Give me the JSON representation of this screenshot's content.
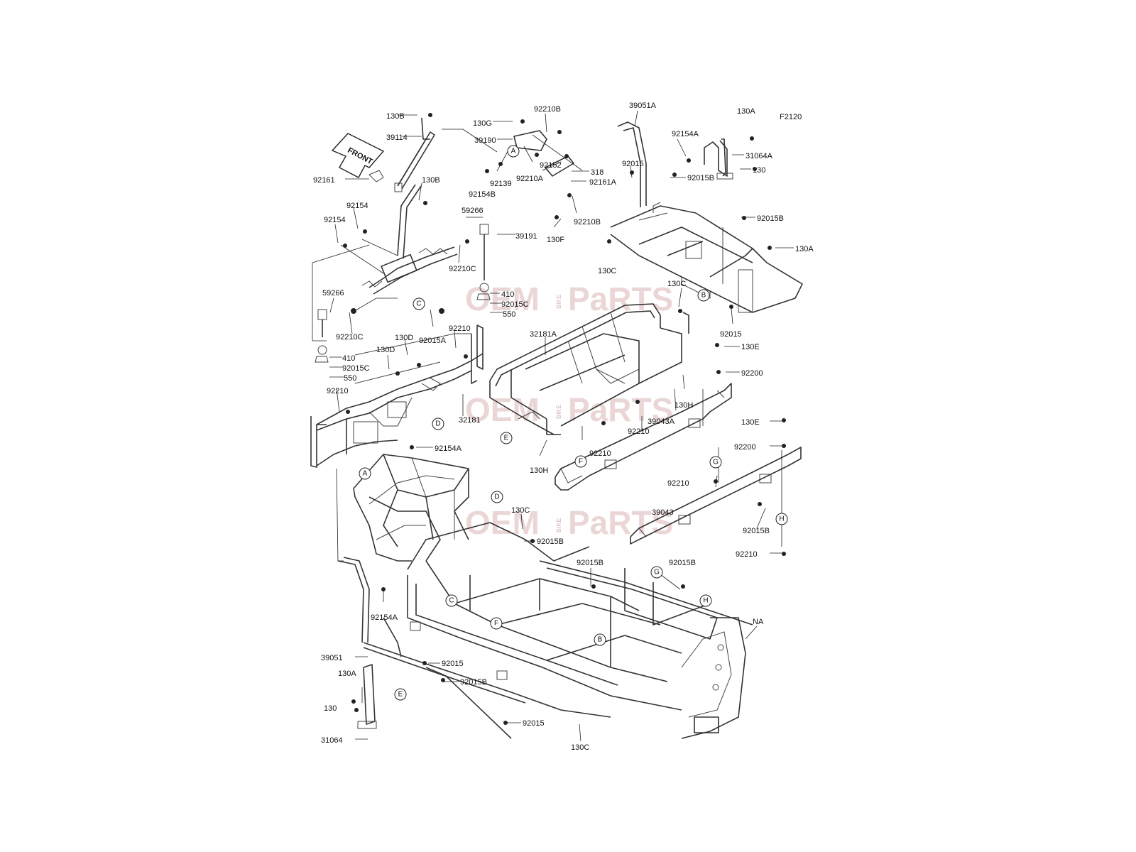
{
  "diagram_code": "F2120",
  "front_arrow_label": "FRONT",
  "watermark": {
    "text_a": "OEM",
    "text_b": "PaRTS",
    "small": "BIKE"
  },
  "part_labels": [
    "130B",
    "39114",
    "92161",
    "130B",
    "92154",
    "92154",
    "130G",
    "92210B",
    "39190",
    "92139",
    "92154B",
    "92152",
    "92210A",
    "318",
    "92161A",
    "92210B",
    "130F",
    "59266",
    "39191",
    "92210C",
    "410",
    "92015C",
    "550",
    "59266",
    "92210C",
    "92015A",
    "92210",
    "130D",
    "130D",
    "410",
    "92015C",
    "550",
    "92210",
    "32181",
    "92154A",
    "32181A",
    "39051A",
    "92154A",
    "92015",
    "92015B",
    "92015B",
    "130A",
    "31064A",
    "130",
    "130A",
    "130C",
    "130C",
    "92015",
    "130E",
    "92200",
    "130H",
    "39043A",
    "92210",
    "92210",
    "130H",
    "130E",
    "92200",
    "92210",
    "39043",
    "92015B",
    "92210",
    "130C",
    "92015B",
    "92015B",
    "92015B",
    "92154A",
    "NA",
    "39051",
    "92015",
    "92015B",
    "130A",
    "130",
    "92015",
    "31064",
    "130C"
  ],
  "circle_refs": [
    "A",
    "A",
    "C",
    "C",
    "D",
    "D",
    "E",
    "E",
    "F",
    "F",
    "G",
    "G",
    "H",
    "H",
    "B",
    "B"
  ]
}
